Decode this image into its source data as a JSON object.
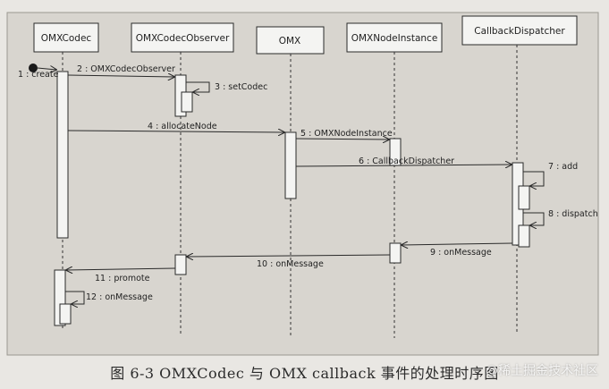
{
  "diagram": {
    "participants": [
      {
        "id": "omxcodec",
        "label": "OMXCodec"
      },
      {
        "id": "observer",
        "label": "OMXCodecObserver"
      },
      {
        "id": "omx",
        "label": "OMX"
      },
      {
        "id": "nodeinstance",
        "label": "OMXNodeInstance"
      },
      {
        "id": "dispatcher",
        "label": "CallbackDispatcher"
      }
    ],
    "messages": [
      {
        "id": "m1",
        "label": "1 : create"
      },
      {
        "id": "m2",
        "label": "2 : OMXCodecObserver"
      },
      {
        "id": "m3",
        "label": "3 : setCodec"
      },
      {
        "id": "m4",
        "label": "4 : allocateNode"
      },
      {
        "id": "m5",
        "label": "5 : OMXNodeInstance"
      },
      {
        "id": "m6",
        "label": "6 : CallbackDispatcher"
      },
      {
        "id": "m7",
        "label": "7 : add"
      },
      {
        "id": "m8",
        "label": "8 : dispatch"
      },
      {
        "id": "m9",
        "label": "9 : onMessage"
      },
      {
        "id": "m10",
        "label": "10 : onMessage"
      },
      {
        "id": "m11",
        "label": "11 : promote"
      },
      {
        "id": "m12",
        "label": "12 : onMessage"
      }
    ]
  },
  "caption": "图 6-3 OMXCodec 与 OMX callback 事件的处理时序图",
  "watermark": "@稀土掘金技术社区",
  "colors": {
    "paper": "#e9e7e3",
    "diagram_bg": "#d8d5cf",
    "line": "#2a2a2a",
    "box_fill": "#f4f4f2"
  }
}
